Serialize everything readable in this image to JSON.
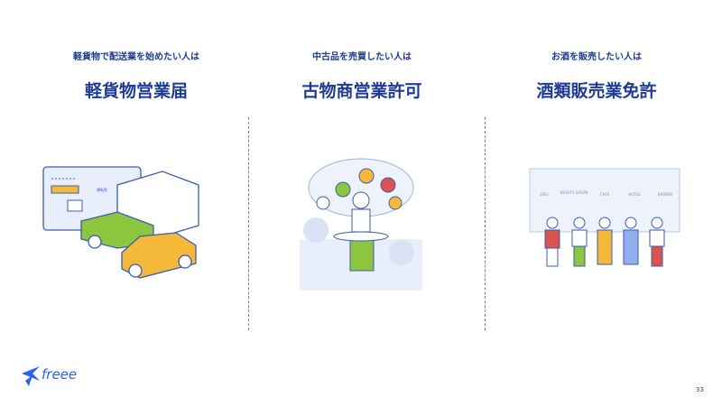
{
  "columns": [
    {
      "subtitle": "軽貨物で配送業を始めたい人は",
      "title": "軽貨物営業届"
    },
    {
      "subtitle": "中古品を売買したい人は",
      "title": "古物商営業許可"
    },
    {
      "subtitle": "お酒を販売したい人は",
      "title": "酒類販売業免許"
    }
  ],
  "illustrations": {
    "license_card_text": "運転免",
    "shop_signs": [
      "DELI",
      "BEAUTY SALON",
      "CAFE",
      "HOTEL",
      "BARBER"
    ]
  },
  "logo": "freee",
  "page_number": "33",
  "colors": {
    "text": "#1e3c96",
    "accent": "#3b6fe0",
    "green": "#8cc63f",
    "yellow": "#f5b93a",
    "red": "#d9534f"
  }
}
